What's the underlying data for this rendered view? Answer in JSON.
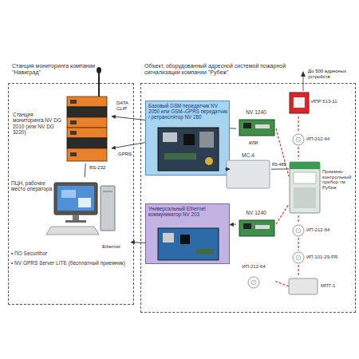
{
  "diagram": {
    "nodes": [
      {
        "text": [
          "Станция мониторинга компании \"Навиград\""
        ]
      },
      {
        "text": [
          "Станция мониторинга NV DG 2010 (или NV DG 3220)"
        ],
        "in": 0
      },
      {
        "text": [
          "ПЦН, рабочее место оператора",
          "• ПО Securithor",
          "• NV GPRS Server LITE (бесплатный приемник)"
        ],
        "in": 0
      },
      {
        "text": [
          "Объект, оборудованный адресной системой пожарной сигнализации компании \"Рубеж\""
        ]
      },
      {
        "text": [
          "Базовый GSM передатчик NV 2050 или GSM–GPRS передатчик / ретранслятор NV 280"
        ],
        "in": 3
      },
      {
        "text": [
          "NV 1240"
        ],
        "in": 3
      },
      {
        "text": [
          "МС-4"
        ],
        "in": 3
      },
      {
        "text": [
          "Универсальный Ethernet коммуникатор NV 203"
        ],
        "in": 3
      },
      {
        "text": [
          "NV 1240"
        ],
        "in": 3
      },
      {
        "text": [
          "Приемно-контрольный прибор тм Рубеж"
        ],
        "in": 3
      },
      {
        "text": [
          "ИПР 513-11"
        ],
        "in": 3
      },
      {
        "text": [
          "ИП-212-64"
        ],
        "in": 3
      },
      {
        "text": [
          "ИП-212-64"
        ],
        "in": 3
      },
      {
        "text": [
          "ИП 101-29-PR"
        ],
        "in": 3
      },
      {
        "text": [
          "ИП-212-64"
        ],
        "in": 3
      },
      {
        "text": [
          "МПТ-1"
        ],
        "in": 3
      }
    ],
    "edges": [
      {
        "from": 4,
        "to": 1,
        "label": "DATA CLIP",
        "arrow": "to"
      },
      {
        "from": 4,
        "to": 1,
        "label": "GPRS",
        "arrow": "to"
      },
      {
        "from": 1,
        "to": 2,
        "label": "RS-232",
        "arrow": "none"
      },
      {
        "from": 7,
        "to": 2,
        "label": "Ethernet",
        "arrow": "to"
      },
      {
        "from": 5,
        "to": 4,
        "arrow": "none"
      },
      {
        "from": 6,
        "to": 4,
        "arrow": "to"
      },
      {
        "from": 8,
        "to": 7,
        "arrow": "to"
      },
      {
        "from": 6,
        "to": 9,
        "label": "RS-485",
        "arrow": "none"
      },
      {
        "from": 5,
        "to": 9,
        "arrow": "none"
      },
      {
        "from": 8,
        "to": 9,
        "arrow": "none"
      },
      {
        "from": 10,
        "to": 11,
        "arrow": "none"
      },
      {
        "from": 11,
        "to": 9,
        "arrow": "none"
      },
      {
        "from": 9,
        "to": 12,
        "arrow": "none"
      },
      {
        "from": 12,
        "to": 13,
        "arrow": "none"
      },
      {
        "from": 13,
        "to": 15,
        "arrow": "none"
      },
      {
        "from": 15,
        "to": 14,
        "arrow": "none"
      }
    ],
    "labels": [
      "До 500 адресных устройств",
      "или"
    ]
  }
}
